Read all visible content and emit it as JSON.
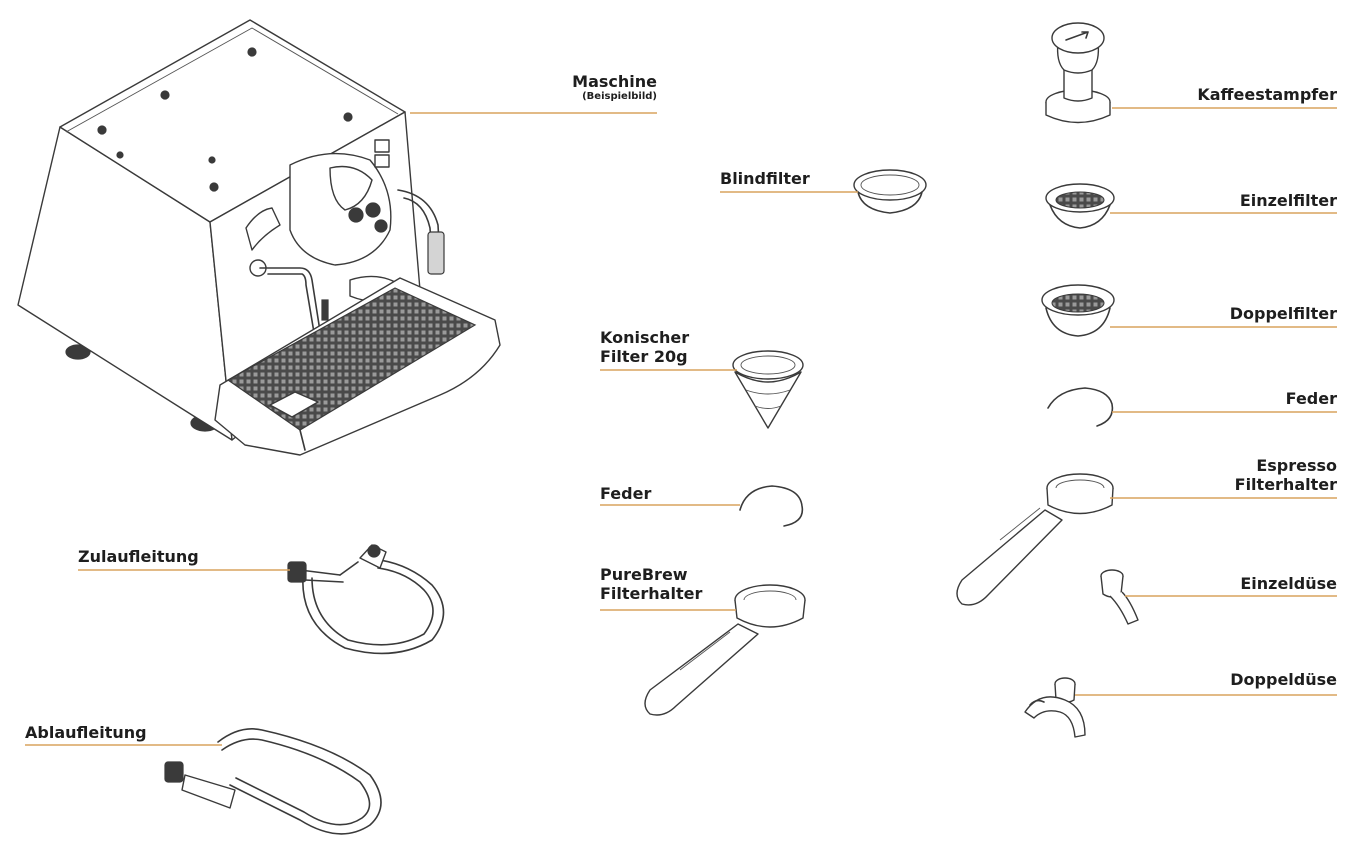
{
  "labels": {
    "maschine": "Maschine",
    "beispielbild": "(Beispielbild)",
    "kaffeestampfer": "Kaffeestampfer",
    "blindfilter": "Blindfilter",
    "einzelfilter": "Einzelfilter",
    "doppelfilter": "Doppelfilter",
    "konischer_1": "Konischer",
    "konischer_2": "Filter 20g",
    "feder_right": "Feder",
    "feder_mid": "Feder",
    "espresso_1": "Espresso",
    "espresso_2": "Filterhalter",
    "zulaufleitung": "Zulaufleitung",
    "purebrew_1": "PureBrew",
    "purebrew_2": "Filterhalter",
    "einzelduese": "Einzeldüse",
    "doppelduese": "Doppeldüse",
    "ablaufleitung": "Ablaufleitung"
  },
  "colors": {
    "leader_line": "#d9a35f",
    "label_text": "#1e1e1e",
    "line_art": "#3a3a3a",
    "background": "#ffffff"
  }
}
